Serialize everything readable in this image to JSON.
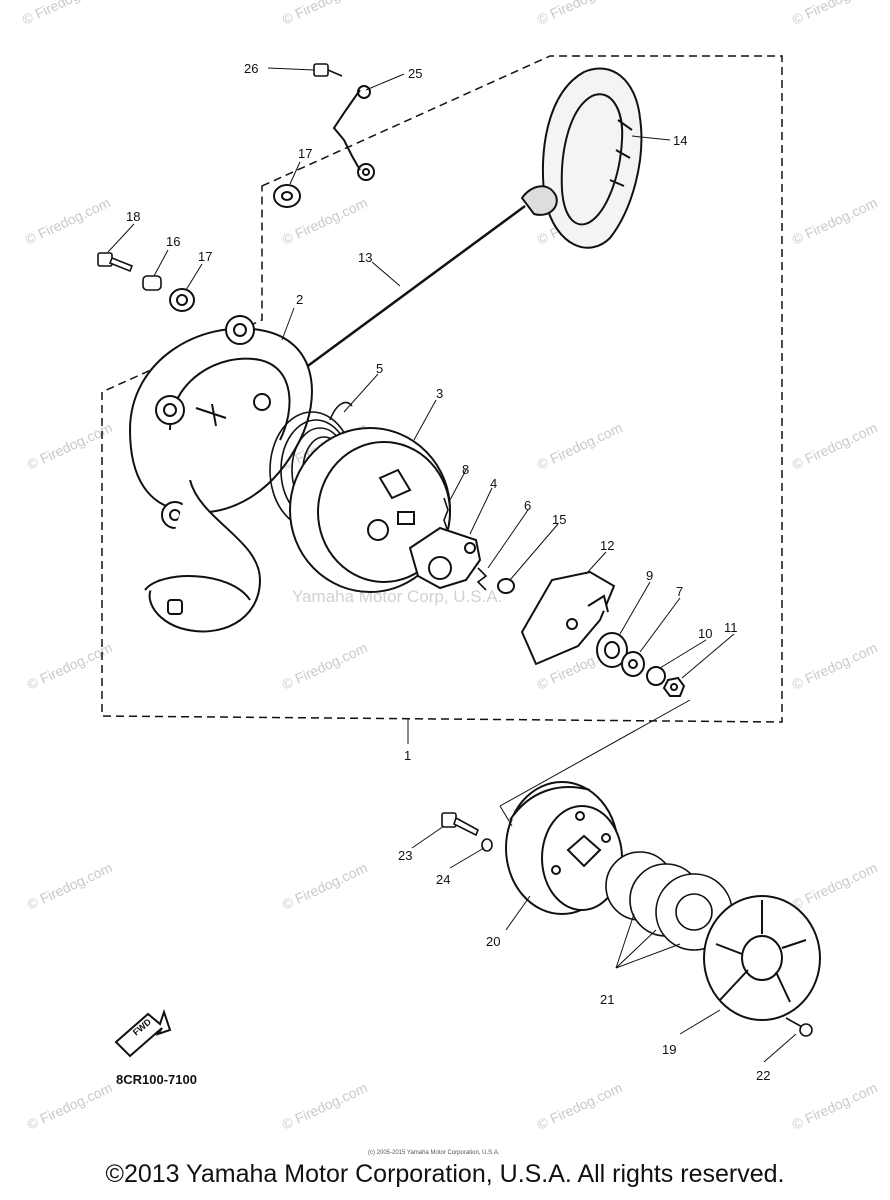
{
  "watermark": {
    "text": "© Firedog.com"
  },
  "center_watermark": "Yamaha Motor Corp, U.S.A.",
  "callouts": [
    "26",
    "25",
    "14",
    "17",
    "18",
    "16",
    "17",
    "13",
    "2",
    "5",
    "3",
    "8",
    "4",
    "6",
    "15",
    "12",
    "9",
    "7",
    "10",
    "11",
    "1",
    "23",
    "24",
    "20",
    "21",
    "19",
    "22"
  ],
  "fwd_label": "FWD",
  "diagram_code": "8CR100-7100",
  "small_notice": "(c) 2005-2015 Yamaha Motor Corporation, U.S.A.",
  "copyright": "©2013 Yamaha Motor Corporation, U.S.A. All rights reserved."
}
